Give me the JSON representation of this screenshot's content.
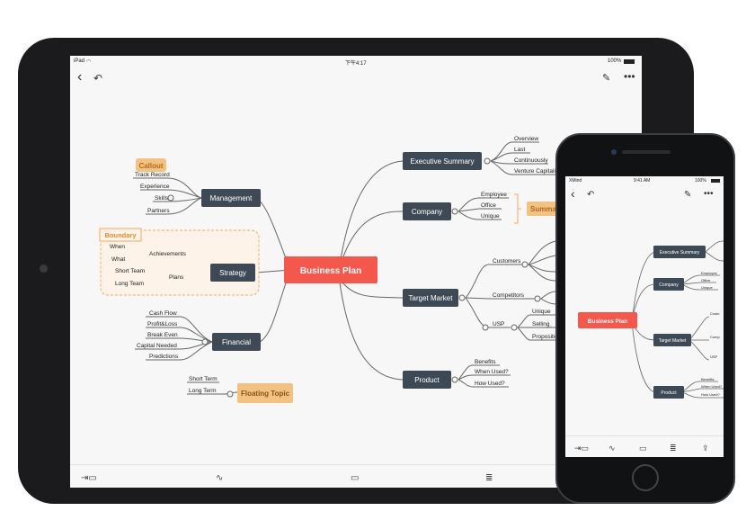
{
  "colors": {
    "central": "#f4574b",
    "node": "#3d4a55",
    "callout": "#f2c283",
    "boundary": "#f2a85c",
    "line": "#666666",
    "screen_bg": "#f7f7f7"
  },
  "tablet": {
    "status": {
      "carrier": "iPad",
      "time": "下午4:17",
      "battery": "100%"
    },
    "toolbar_icons": [
      "insert-topic-icon",
      "relationship-icon",
      "boundary-icon",
      "summary-icon"
    ]
  },
  "phone": {
    "status": {
      "carrier": "XMind",
      "time": "9:41 AM",
      "battery": "100%"
    }
  },
  "map": {
    "central": "Business Plan",
    "management": {
      "label": "Management",
      "callout": "Callout",
      "leaves": [
        "Track Record",
        "Experience",
        "Skills",
        "Partners"
      ]
    },
    "strategy": {
      "label": "Strategy",
      "boundary": "Boundary",
      "achievements": "Achievements",
      "plans": "Plans",
      "leaves": [
        "When",
        "What",
        "Short Team",
        "Long Team"
      ]
    },
    "financial": {
      "label": "Financial",
      "leaves": [
        "Cash Flow",
        "Profit&Loss",
        "Break Even",
        "Capital Needed",
        "Predictions"
      ]
    },
    "floating": {
      "label": "Floating Topic",
      "leaves": [
        "Short Term",
        "Long Term"
      ]
    },
    "executive": {
      "label": "Executive Summary",
      "leaves": [
        "Overview",
        "Last",
        "Continuously",
        "Venture Capitalist"
      ]
    },
    "company": {
      "label": "Company",
      "summary": "Summary",
      "leaves": [
        "Employee",
        "Office",
        "Unique"
      ]
    },
    "market": {
      "label": "Target Market",
      "customers": "Customers",
      "competitors": "Competitors",
      "usp": "USP",
      "usp_leaves": [
        "Unique",
        "Selling",
        "Proposition"
      ]
    },
    "product": {
      "label": "Product",
      "leaves": [
        "Benefits",
        "When Used?",
        "How Used?"
      ]
    }
  },
  "phone_map": {
    "central": "Business Plan",
    "executive": "Executive Summary",
    "company": "Company",
    "company_leaves": [
      "Employee",
      "Office",
      "Unique"
    ],
    "market": "Target Market",
    "market_leaves": [
      "Custo",
      "Comp",
      "USP"
    ],
    "product": "Product",
    "product_leaves": [
      "Benefits",
      "When Used?",
      "How Used?"
    ]
  }
}
